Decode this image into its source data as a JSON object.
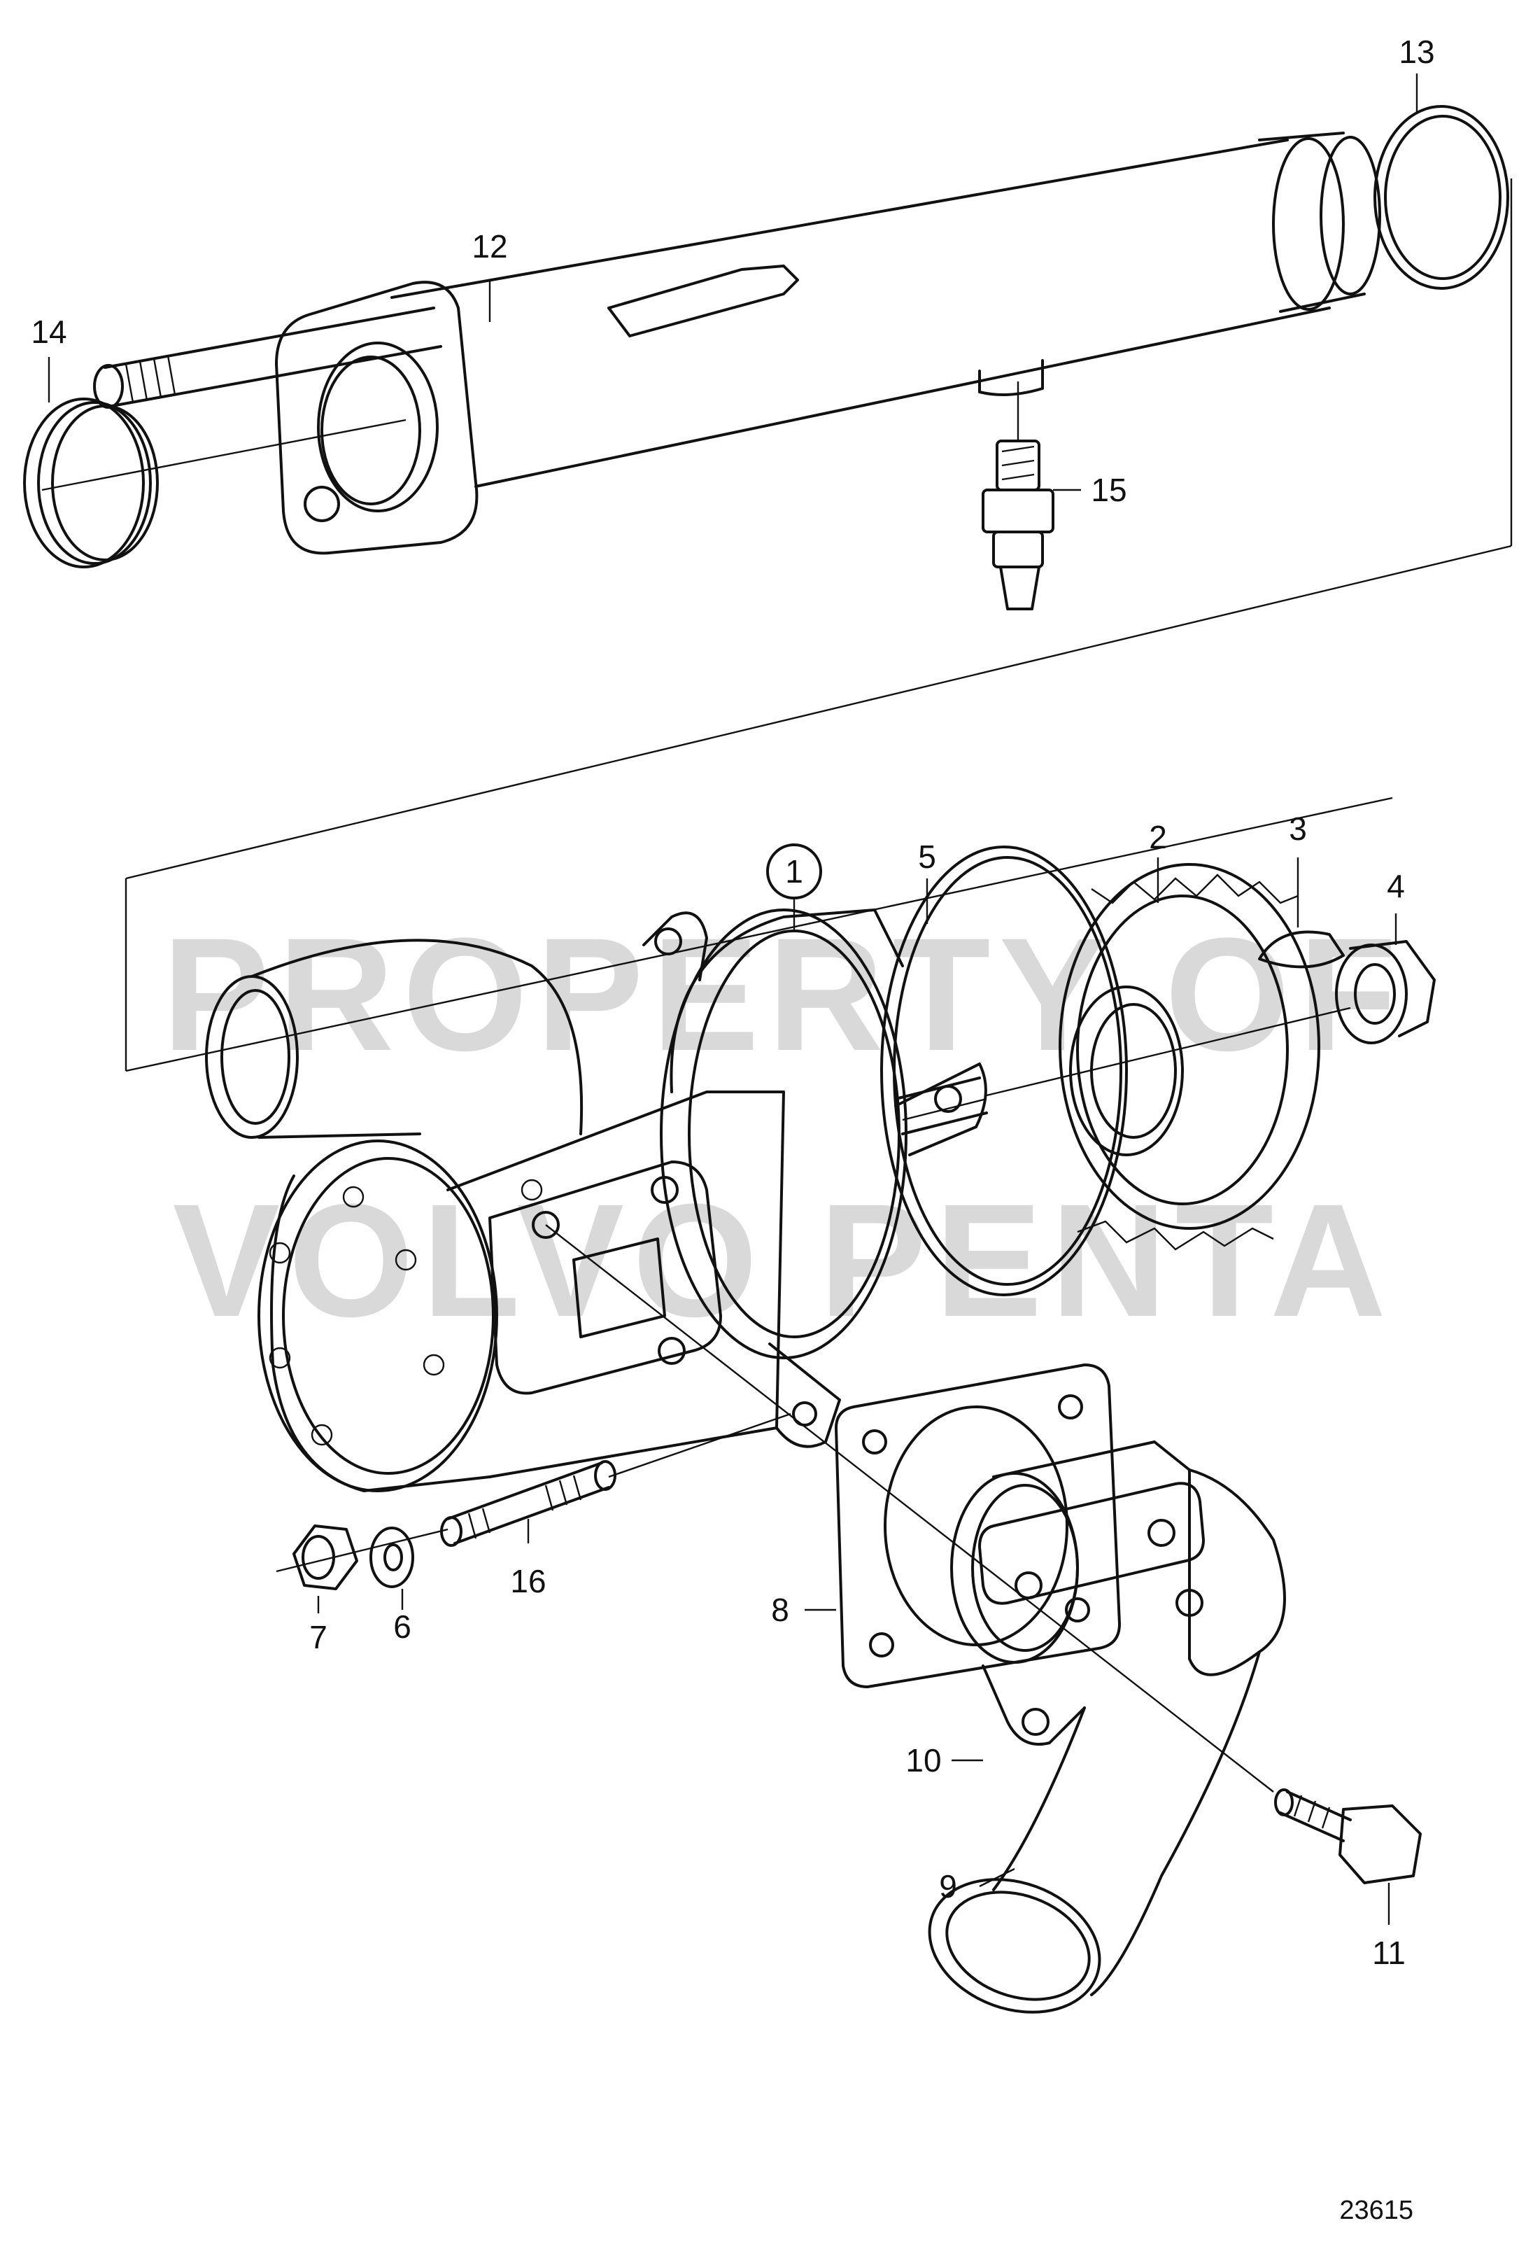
{
  "figure_number": "23615",
  "watermark": {
    "line1": "PROPERTY OF",
    "line2": "VOLVO PENTA"
  },
  "callouts": {
    "1": "1",
    "2": "2",
    "3": "3",
    "4": "4",
    "5": "5",
    "6": "6",
    "7": "7",
    "8": "8",
    "9": "9",
    "10": "10",
    "11": "11",
    "12": "12",
    "13": "13",
    "14": "14",
    "15": "15",
    "16": "16"
  }
}
